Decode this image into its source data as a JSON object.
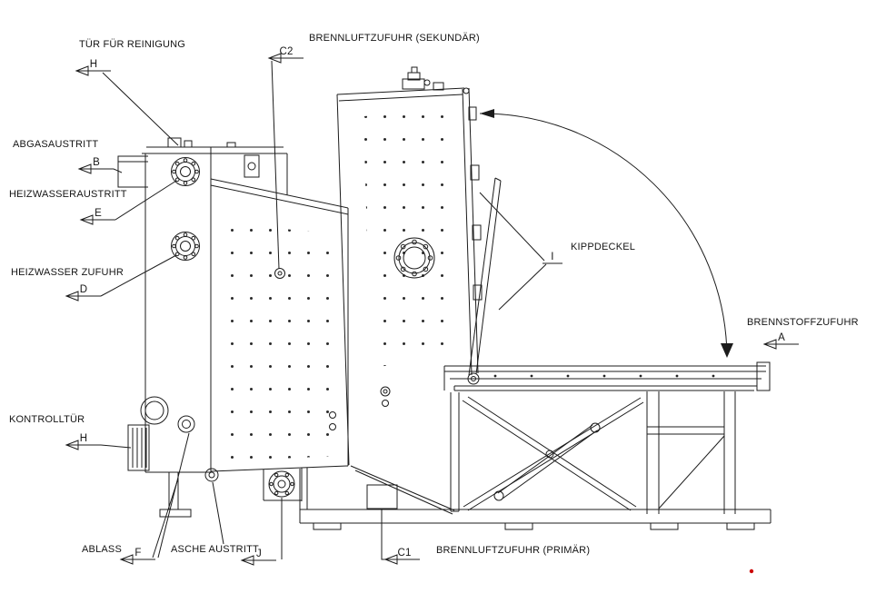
{
  "drawing": {
    "background": "#ffffff",
    "line_color": "#1c1c1c",
    "accent_dot_color": "#cc0000"
  },
  "labels": {
    "tuer_fuer_reinigung": {
      "text": "TÜR FÜR REINIGUNG",
      "letter": "H"
    },
    "brennluftzufuhr_sekundaer": {
      "text": "BRENNLUFTZUFUHR (SEKUNDÄR)",
      "letter": "C2"
    },
    "abgasaustritt": {
      "text": "ABGASAUSTRITT",
      "letter": "B"
    },
    "heizwasseraustritt": {
      "text": "HEIZWASSERAUSTRITT",
      "letter": "E"
    },
    "heizwasser_zufuhr": {
      "text": "HEIZWASSER ZUFUHR",
      "letter": "D"
    },
    "kontrolltuer": {
      "text": "KONTROLLTÜR",
      "letter": "H"
    },
    "ablass": {
      "text": "ABLASS",
      "letter": "F"
    },
    "asche_austritt": {
      "text": "ASCHE AUSTRITT",
      "letter": "J"
    },
    "kippdeckel": {
      "text": "KIPPDECKEL",
      "letter": "I"
    },
    "brennstoffzufuhr": {
      "text": "BRENNSTOFFZUFUHR",
      "letter": "A"
    },
    "brennluftzufuhr_primaer": {
      "text": "BRENNLUFTZUFUHR (PRIMÄR)",
      "letter": "C1"
    }
  }
}
